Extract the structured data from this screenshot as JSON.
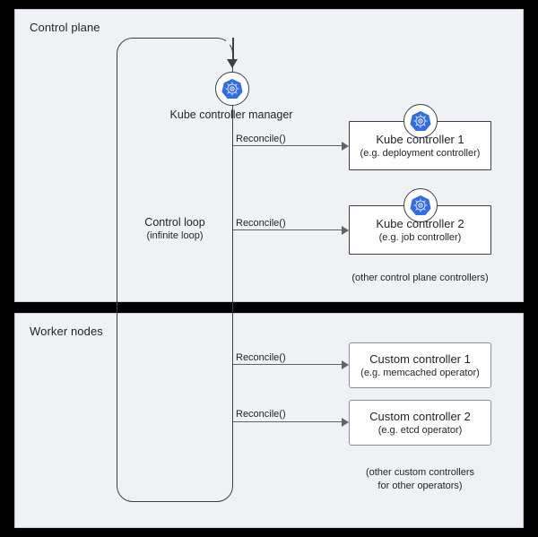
{
  "diagram": {
    "title": "Kubernetes control loop / controllers diagram",
    "colors": {
      "panel_background": "#eff1f5",
      "panel_border": "#c9ccd4",
      "canvas_background": "#000000",
      "stroke_dark": "#3c4043",
      "stroke_gray": "#5f6368",
      "custom_box_border": "#8a8f98",
      "kubernetes_blue": "#326ce5",
      "text": "#21242b"
    },
    "panels": [
      {
        "id": "control-plane",
        "label": "Control plane"
      },
      {
        "id": "worker-nodes",
        "label": "Worker nodes"
      }
    ],
    "control_loop": {
      "label": "Control loop",
      "sublabel": "(infinite loop)"
    },
    "manager": {
      "label": "Kube controller manager",
      "icon": "kubernetes-icon"
    },
    "arrows": [
      {
        "id": "reconcile-kube-1",
        "label": "Reconcile()"
      },
      {
        "id": "reconcile-kube-2",
        "label": "Reconcile()"
      },
      {
        "id": "reconcile-custom-1",
        "label": "Reconcile()"
      },
      {
        "id": "reconcile-custom-2",
        "label": "Reconcile()"
      }
    ],
    "kube_controllers": [
      {
        "title": "Kube controller 1",
        "subtitle": "(e.g. deployment controller)",
        "icon": "kubernetes-icon"
      },
      {
        "title": "Kube controller 2",
        "subtitle": "(e.g. job controller)",
        "icon": "kubernetes-icon"
      }
    ],
    "kube_footnote": "(other control plane controllers)",
    "custom_controllers": [
      {
        "title": "Custom controller 1",
        "subtitle": "(e.g. memcached operator)"
      },
      {
        "title": "Custom controller 2",
        "subtitle": "(e.g. etcd operator)"
      }
    ],
    "custom_footnote_line1": "(other custom controllers",
    "custom_footnote_line2": "for other operators)"
  }
}
